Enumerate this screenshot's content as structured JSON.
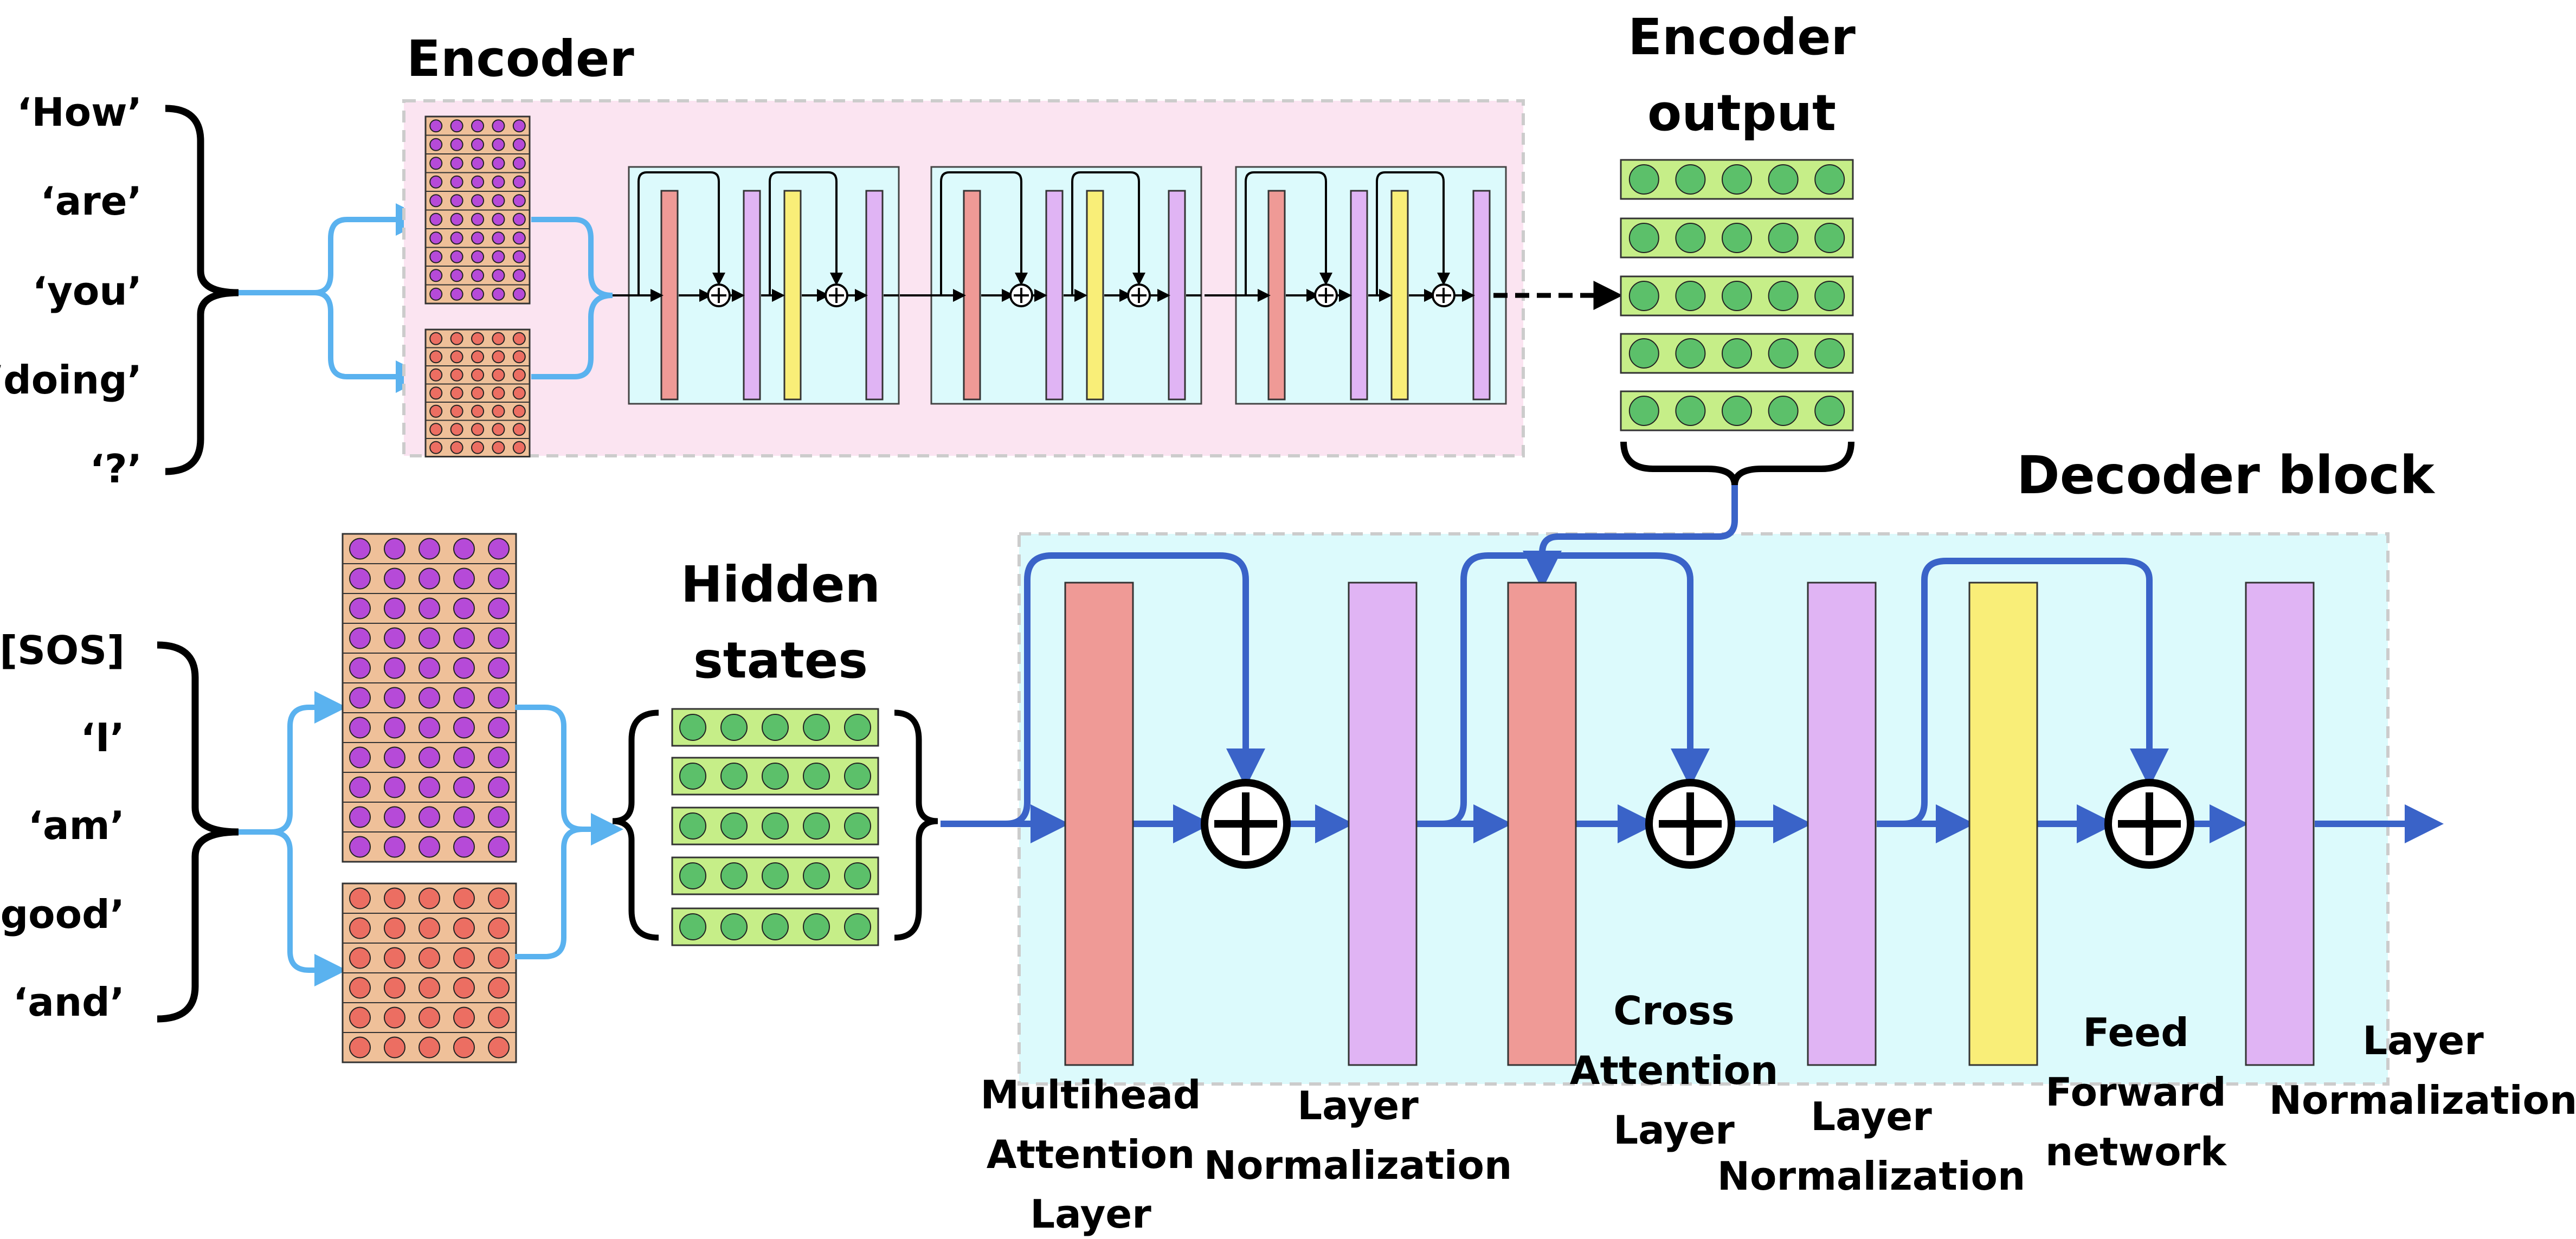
{
  "titles": {
    "encoder": "Encoder",
    "encoder_output_line1": "Encoder",
    "encoder_output_line2": "output",
    "hidden_states_line1": "Hidden",
    "hidden_states_line2": "states",
    "decoder_block": "Decoder block"
  },
  "encoder_input_tokens": [
    "‘How’",
    "‘are’",
    "‘you’",
    "‘doing’",
    "‘?’"
  ],
  "decoder_input_tokens": [
    "[SOS]",
    "‘I’",
    "‘am’",
    "‘good’",
    "‘and’"
  ],
  "decoder_layers": {
    "multihead_line1": "Multihead",
    "multihead_line2": "Attention",
    "multihead_line3": "Layer",
    "layernorm1_line1": "Layer",
    "layernorm1_line2": "Normalization",
    "cross_line1": "Cross",
    "cross_line2": "Attention",
    "cross_line3": "Layer",
    "layernorm2_line1": "Layer",
    "layernorm2_line2": "Normalization",
    "ff_line1": "Feed",
    "ff_line2": "Forward",
    "ff_line3": "network",
    "layernorm3_line1": "Layer",
    "layernorm3_line2": "Normalization"
  },
  "colors": {
    "attention": "#ef9a96",
    "layernorm": "#e0b4f4",
    "feedforward": "#f9ee78",
    "encoder_bg": "#fbe4f1",
    "decoder_bg": "#dcfafc",
    "arrow_blue": "#3a63c8",
    "arrow_light": "#5ab2ef",
    "embed_bg": "#efc099",
    "purple_dot": "#b64ad8",
    "red_dot": "#ec6e62",
    "green_dot": "#5cc06a",
    "green_bg": "#c6ee88"
  }
}
